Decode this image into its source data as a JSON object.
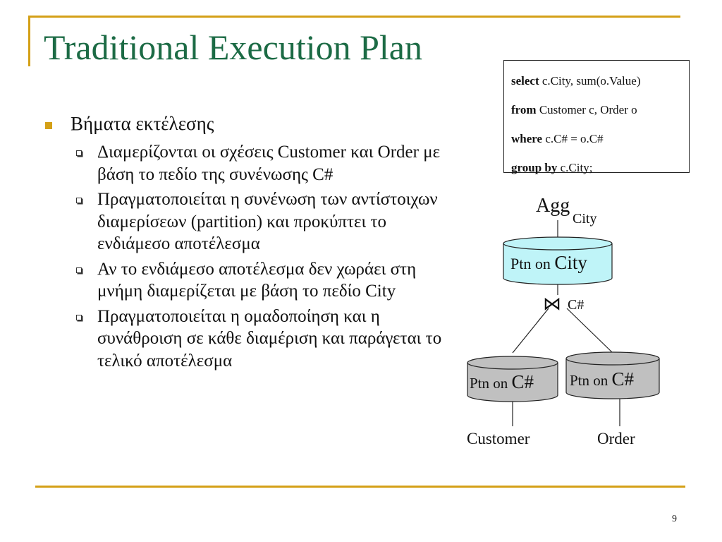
{
  "slide": {
    "title": "Traditional Execution Plan",
    "page_number": "9"
  },
  "bullets": {
    "main": "Βήματα εκτέλεσης",
    "sub": [
      "Διαμερίζονται οι σχέσεις Customer και Order με βάση το πεδίο της συνένωσης C#",
      "Πραγματοποιείται η συνένωση των αντίστοιχων διαμερίσεων (partition) και προκύπτει το ενδιάμεσο αποτέλεσμα",
      "Αν το ενδιάμεσο αποτέλεσμα δεν χωράει στη μνήμη διαμερίζεται με βάση το πεδίο City",
      "Πραγματοποιείται η ομαδοποίηση και η συνάθροιση σε κάθε διαμέριση και παράγεται το τελικό αποτέλεσμα"
    ]
  },
  "sql": {
    "select_kw": "select",
    "select_rest": " c.City, sum(o.Value)",
    "from_kw": "from",
    "from_rest": " Customer c, Order o",
    "where_kw": "where",
    "where_rest": " c.C# = o.C#",
    "group_kw": "group by",
    "group_rest": " c.City;"
  },
  "plan": {
    "agg_label": "Agg",
    "agg_sub": "City",
    "ptn_city_prefix": "Ptn on ",
    "ptn_city_field": "City",
    "join_symbol": "⋈",
    "join_attr": "C#",
    "ptn_left_prefix": "Ptn on ",
    "ptn_left_field": "C#",
    "ptn_right_prefix": "Ptn on ",
    "ptn_right_field": "C#",
    "leaf_left": "Customer",
    "leaf_right": "Order"
  },
  "colors": {
    "accent_gold": "#d4a017",
    "title_green": "#1c6b45",
    "cylinder_cyan": "#bff4f8",
    "cylinder_gray": "#c0c0c0"
  }
}
